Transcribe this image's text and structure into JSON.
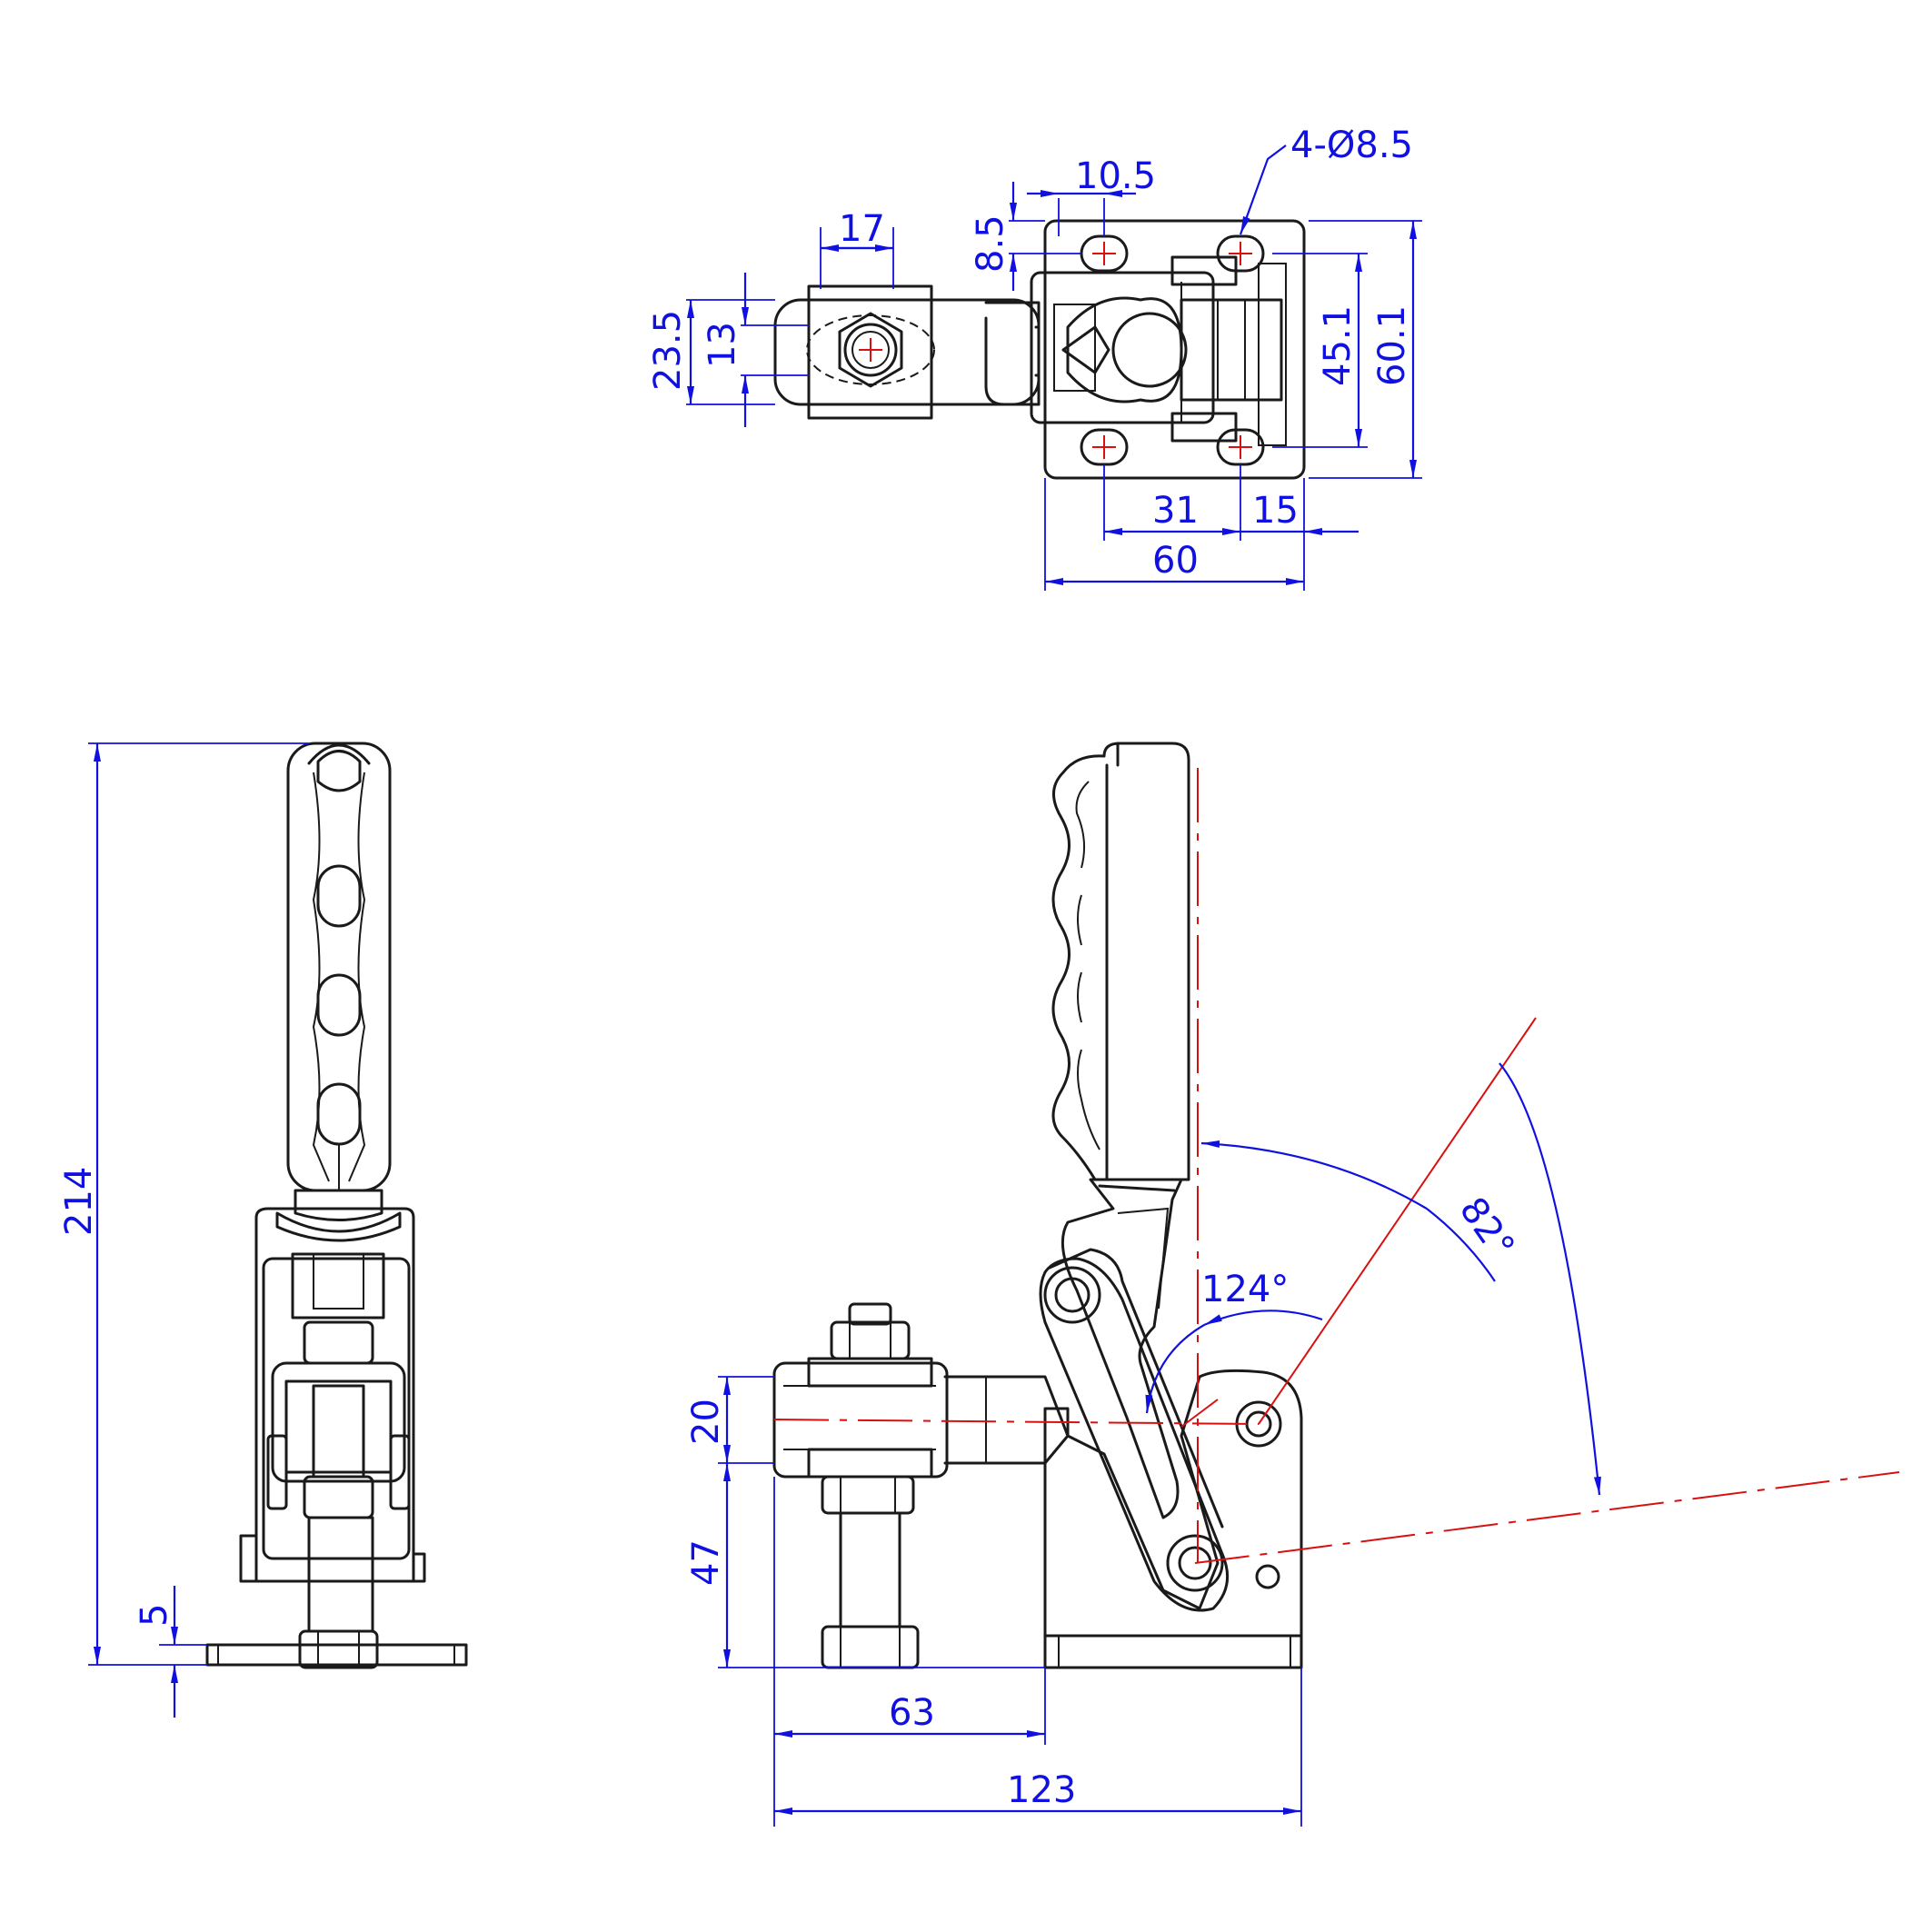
{
  "drawing": {
    "top_view": {
      "dimensions": {
        "slot_pitch": "10.5",
        "hole_spec": "4-Ø8.5",
        "hole_edge_offset": "8.5",
        "spindle_flat": "17",
        "spindle_height": "23.5",
        "spindle_inner": "13",
        "hole_spacing_vertical": "45.1",
        "base_width": "60.1",
        "hole_spacing_horizontal": "31",
        "edge_offset": "15",
        "base_length": "60"
      }
    },
    "front_view": {
      "dimensions": {
        "overall_height": "214",
        "base_thickness": "5"
      }
    },
    "side_view": {
      "dimensions": {
        "arm_height": "20",
        "arm_elevation": "47",
        "arm_reach": "63",
        "overall_length": "123",
        "open_angle": "124°",
        "handle_angle": "82°"
      }
    }
  }
}
